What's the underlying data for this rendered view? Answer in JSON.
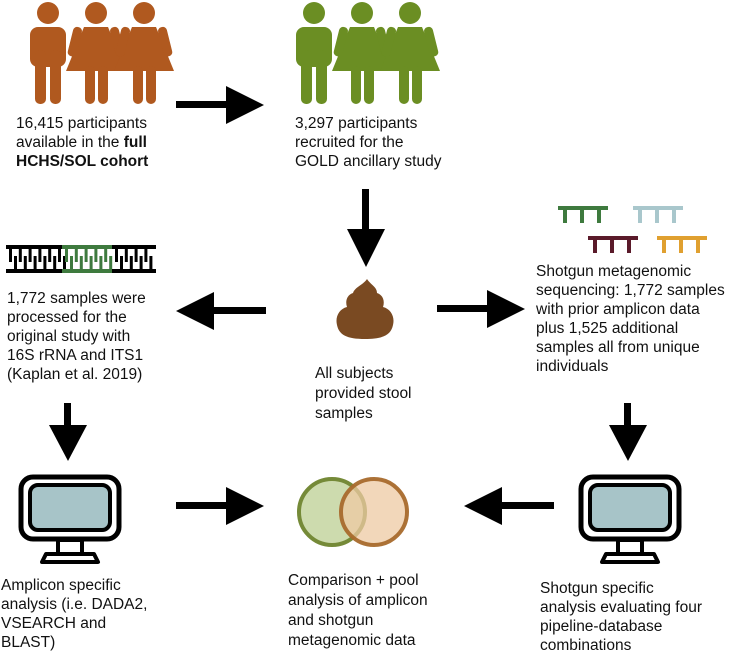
{
  "colors": {
    "orange_people": "#B0591F",
    "green_people": "#6B8E23",
    "dna_black": "#000000",
    "dna_green": "#3E7A3E",
    "read_green": "#3E7A3E",
    "read_lightblue": "#A9C7CC",
    "read_maroon": "#5A1A2A",
    "read_orange": "#E0A030",
    "stool": "#7A4A22",
    "screen": "#A7C4C8",
    "venn_green_fill": "#CDDBAE",
    "venn_green_stroke": "#758A38",
    "venn_orange_fill": "#EDC9A3",
    "venn_orange_stroke": "#A86A2C",
    "arrow": "#000000"
  },
  "nodes": {
    "full_cohort": {
      "icon": "people-icon",
      "line1": "16,415 participants",
      "line2_pre": "available in the ",
      "line2_bold": "full",
      "line3_bold": "HCHS/SOL cohort"
    },
    "gold_study": {
      "icon": "people-icon",
      "lines": [
        "3,297 participants",
        "recruited for the",
        "GOLD ancillary study"
      ]
    },
    "stool": {
      "icon": "stool-icon",
      "lines": [
        "All subjects",
        "provided stool",
        "samples"
      ]
    },
    "amplicon_samples": {
      "icon": "dna-icon",
      "lines": [
        "1,772 samples were",
        "processed for the",
        "original study with",
        "16S rRNA and ITS1",
        "(Kaplan et al. 2019)"
      ]
    },
    "shotgun_sequencing": {
      "icon": "sequencing-reads-icon",
      "lines": [
        "Shotgun metagenomic",
        "sequencing: 1,772 samples",
        "with prior amplicon data",
        "plus 1,525 additional",
        "samples all from unique",
        "individuals"
      ]
    },
    "amplicon_analysis": {
      "icon": "computer-icon",
      "lines": [
        "Amplicon specific",
        "analysis (i.e. DADA2,",
        "VSEARCH and",
        "BLAST)"
      ]
    },
    "comparison": {
      "icon": "venn-icon",
      "lines": [
        "Comparison + pool",
        "analysis of amplicon",
        "and shotgun",
        "metagenomic data"
      ]
    },
    "shotgun_analysis": {
      "icon": "computer-icon",
      "lines": [
        "Shotgun specific",
        "analysis evaluating four",
        "pipeline-database",
        "combinations"
      ]
    }
  },
  "edges": [
    {
      "from": "full_cohort",
      "to": "gold_study",
      "direction": "right"
    },
    {
      "from": "gold_study",
      "to": "stool",
      "direction": "down"
    },
    {
      "from": "stool",
      "to": "amplicon_samples",
      "direction": "left"
    },
    {
      "from": "stool",
      "to": "shotgun_sequencing",
      "direction": "right"
    },
    {
      "from": "amplicon_samples",
      "to": "amplicon_analysis",
      "direction": "down"
    },
    {
      "from": "shotgun_sequencing",
      "to": "shotgun_analysis",
      "direction": "down"
    },
    {
      "from": "amplicon_analysis",
      "to": "comparison",
      "direction": "right"
    },
    {
      "from": "shotgun_analysis",
      "to": "comparison",
      "direction": "left"
    }
  ]
}
